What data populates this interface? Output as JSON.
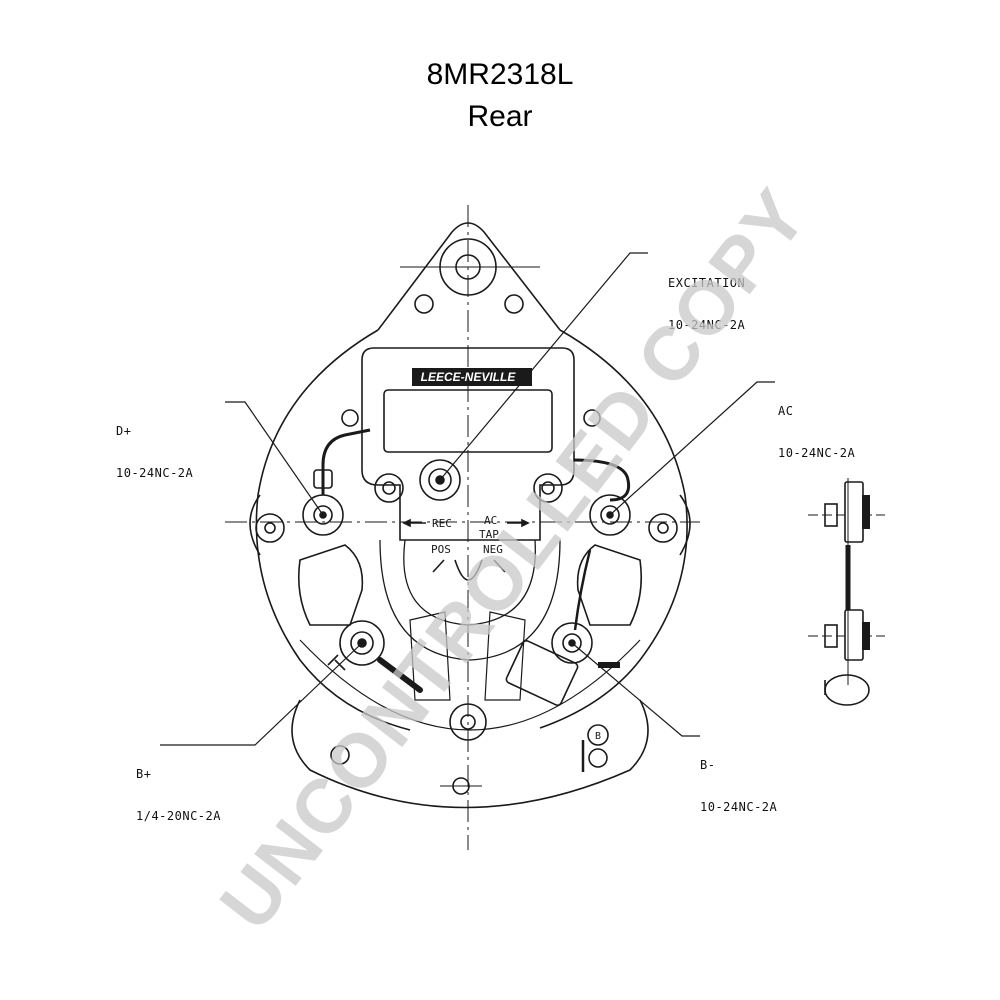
{
  "header": {
    "model": "8MR2318L",
    "view": "Rear"
  },
  "drawing": {
    "brand_logo_text": "LEECE-NEVILLE",
    "labels": {
      "rec": "REC",
      "ac_tap_line1": "AC",
      "ac_tap_line2": "TAP",
      "pos": "POS",
      "neg": "NEG",
      "b_marker": "B"
    },
    "callouts": [
      {
        "name": "excitation",
        "line1": "EXCITATION",
        "line2": "10-24NC-2A"
      },
      {
        "name": "d-plus",
        "line1": "D+",
        "line2": "10-24NC-2A"
      },
      {
        "name": "ac",
        "line1": "AC",
        "line2": "10-24NC-2A"
      },
      {
        "name": "b-plus",
        "line1": "B+",
        "line2": "1/4-20NC-2A"
      },
      {
        "name": "b-minus",
        "line1": "B-",
        "line2": "10-24NC-2A"
      }
    ]
  },
  "watermark": {
    "text": "UNCONTROLLED COPY",
    "color": "#c8c8c8"
  },
  "colors": {
    "line": "#1a1a1a",
    "background": "#ffffff"
  }
}
